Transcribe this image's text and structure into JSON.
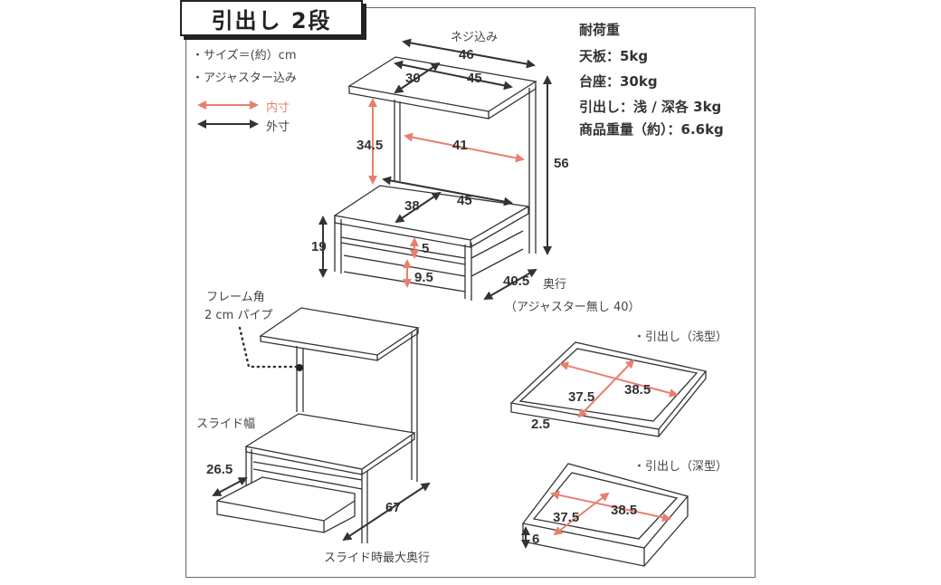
{
  "title": "引出し 2段",
  "notes": [
    "・サイズ＝(約）cm",
    "・アジャスター込み"
  ],
  "legend": {
    "inner": "内寸",
    "outer": "外寸",
    "inner_color": "#e8806f",
    "outer_color": "#333333"
  },
  "load": {
    "heading": "耐荷重",
    "lines": [
      "天板：5kg",
      "台座：30kg",
      "引出し：浅 / 深各 3kg",
      "商品重量（約）：6.6kg"
    ]
  },
  "main_diagram": {
    "screw_label": "ネジ込み",
    "top_width_outer": "46",
    "top_depth": "30",
    "top_width_inner": "45",
    "upper_height_inner": "34.5",
    "upper_width_inner": "41",
    "total_height": "56",
    "base_depth": "38",
    "base_width_inner": "45",
    "base_height": "19",
    "drawer_gap": "5",
    "drawer_height": "9.5",
    "depth": "40.5",
    "depth_label": "奥行",
    "depth_note": "（アジャスター無し 40）"
  },
  "slide_diagram": {
    "frame_note_1": "フレーム角",
    "frame_note_2": "2 cm パイプ",
    "slide_width_label": "スライド幅",
    "slide_width": "26.5",
    "max_depth": "67",
    "max_depth_label": "スライド時最大奥行"
  },
  "shallow_drawer": {
    "label": "・引出し（浅型）",
    "depth": "37.5",
    "width": "38.5",
    "height": "2.5"
  },
  "deep_drawer": {
    "label": "・引出し（深型）",
    "depth": "37.5",
    "width": "38.5",
    "height": "6"
  }
}
